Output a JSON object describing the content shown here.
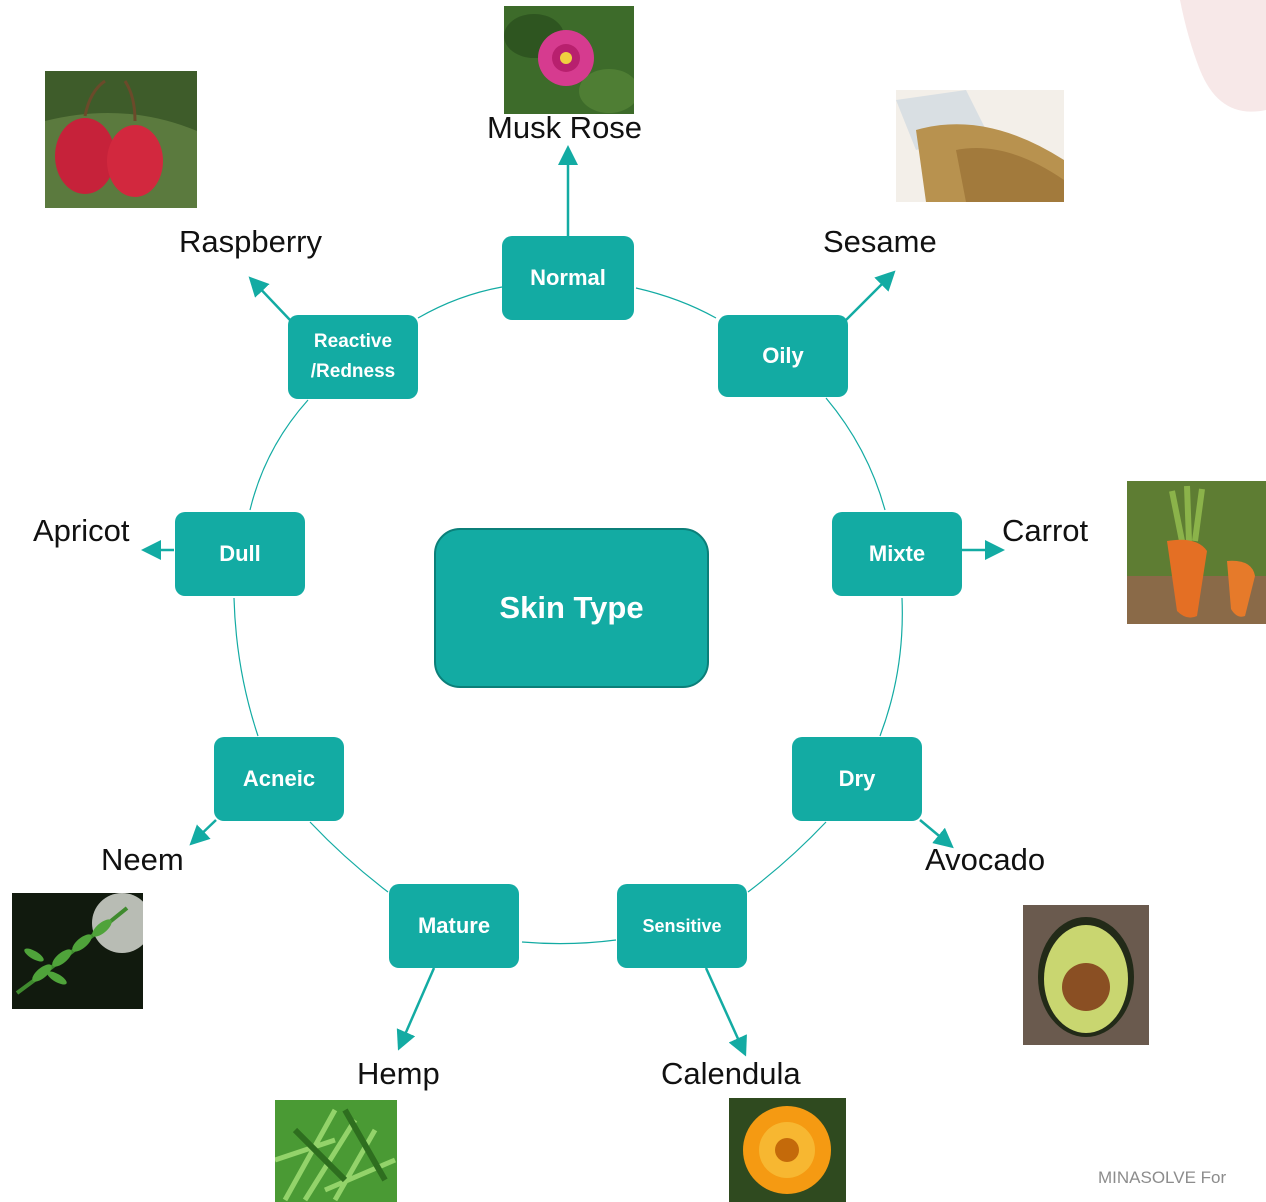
{
  "center": {
    "label": "Skin Type"
  },
  "nodes": {
    "normal": "Normal",
    "oily": "Oily",
    "mixte": "Mixte",
    "dry": "Dry",
    "sensitive": "Sensitive",
    "mature": "Mature",
    "acneic": "Acneic",
    "dull": "Dull",
    "reactive_line1": "Reactive",
    "reactive_line2": "/Redness"
  },
  "ingredients": {
    "normal": "Musk Rose",
    "oily": "Sesame",
    "mixte": "Carrot",
    "dry": "Avocado",
    "sensitive": "Calendula",
    "mature": "Hemp",
    "acneic": "Neem",
    "dull": "Apricot",
    "reactive": "Raspberry"
  },
  "photos": {
    "rose": "musk-rose-photo",
    "sesame": "sesame-seeds-photo",
    "carrot": "carrot-photo",
    "avocado": "avocado-photo",
    "calendula": "calendula-photo",
    "hemp": "hemp-photo",
    "neem": "neem-photo",
    "raspberry": "raspberry-photo"
  },
  "footer": "MINASOLVE For",
  "colors": {
    "teal": "#13aba3",
    "arrow": "#13aba3"
  }
}
